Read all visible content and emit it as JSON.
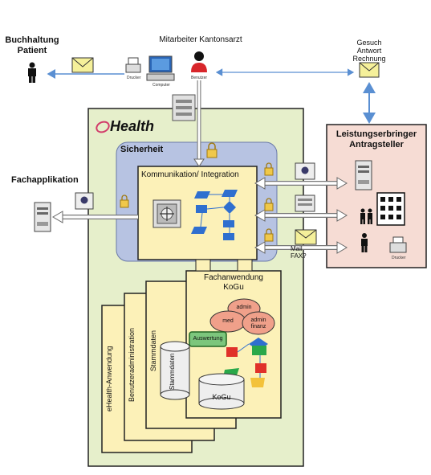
{
  "actors": {
    "buchhaltung": "Buchhaltung\nPatient",
    "mitarbeiter": "Mitarbeiter Kantonsarzt",
    "gesuch": "Gesuch\nAntwort\nRechnung",
    "leistungserbringer": "Leistungserbringer\nAntragsteller",
    "fachapplikation": "Fachapplikation"
  },
  "icon_labels": {
    "drucker": "Drucker",
    "computer": "Computer",
    "benutzer": "Benutzer",
    "drucker2": "Drucker"
  },
  "boxes": {
    "ehealth": "Health",
    "sicherheit": "Sicherheit",
    "kommunikation": "Kommunikation/ Integration",
    "fachanwendung": "Fachanwendung\nKoGu",
    "auswertung": "Auswertung",
    "kogu_db": "KoGu",
    "stammdaten_db": "Stammdaten"
  },
  "ovals": {
    "admin": "admin",
    "med": "med",
    "admin_finanz": "admin\nfinanz"
  },
  "tabs": {
    "ehealth_anwendung": "eHealth-Anwendung",
    "benutzeradministration": "Benutzeradministration",
    "stammdaten": "Stammdaten"
  },
  "mail_fax": "Mail\nFAX?",
  "colors": {
    "ehealth_bg": "#e6efcb",
    "sicherheit_bg": "#b7c3e2",
    "box_yellow": "#fcf1b8",
    "leistung_bg": "#f6dcd4",
    "oval": "#f0a08a",
    "auswertung": "#7cc67c",
    "arrow_blue": "#5a8fd2",
    "shape_blue": "#2f6fcf"
  }
}
